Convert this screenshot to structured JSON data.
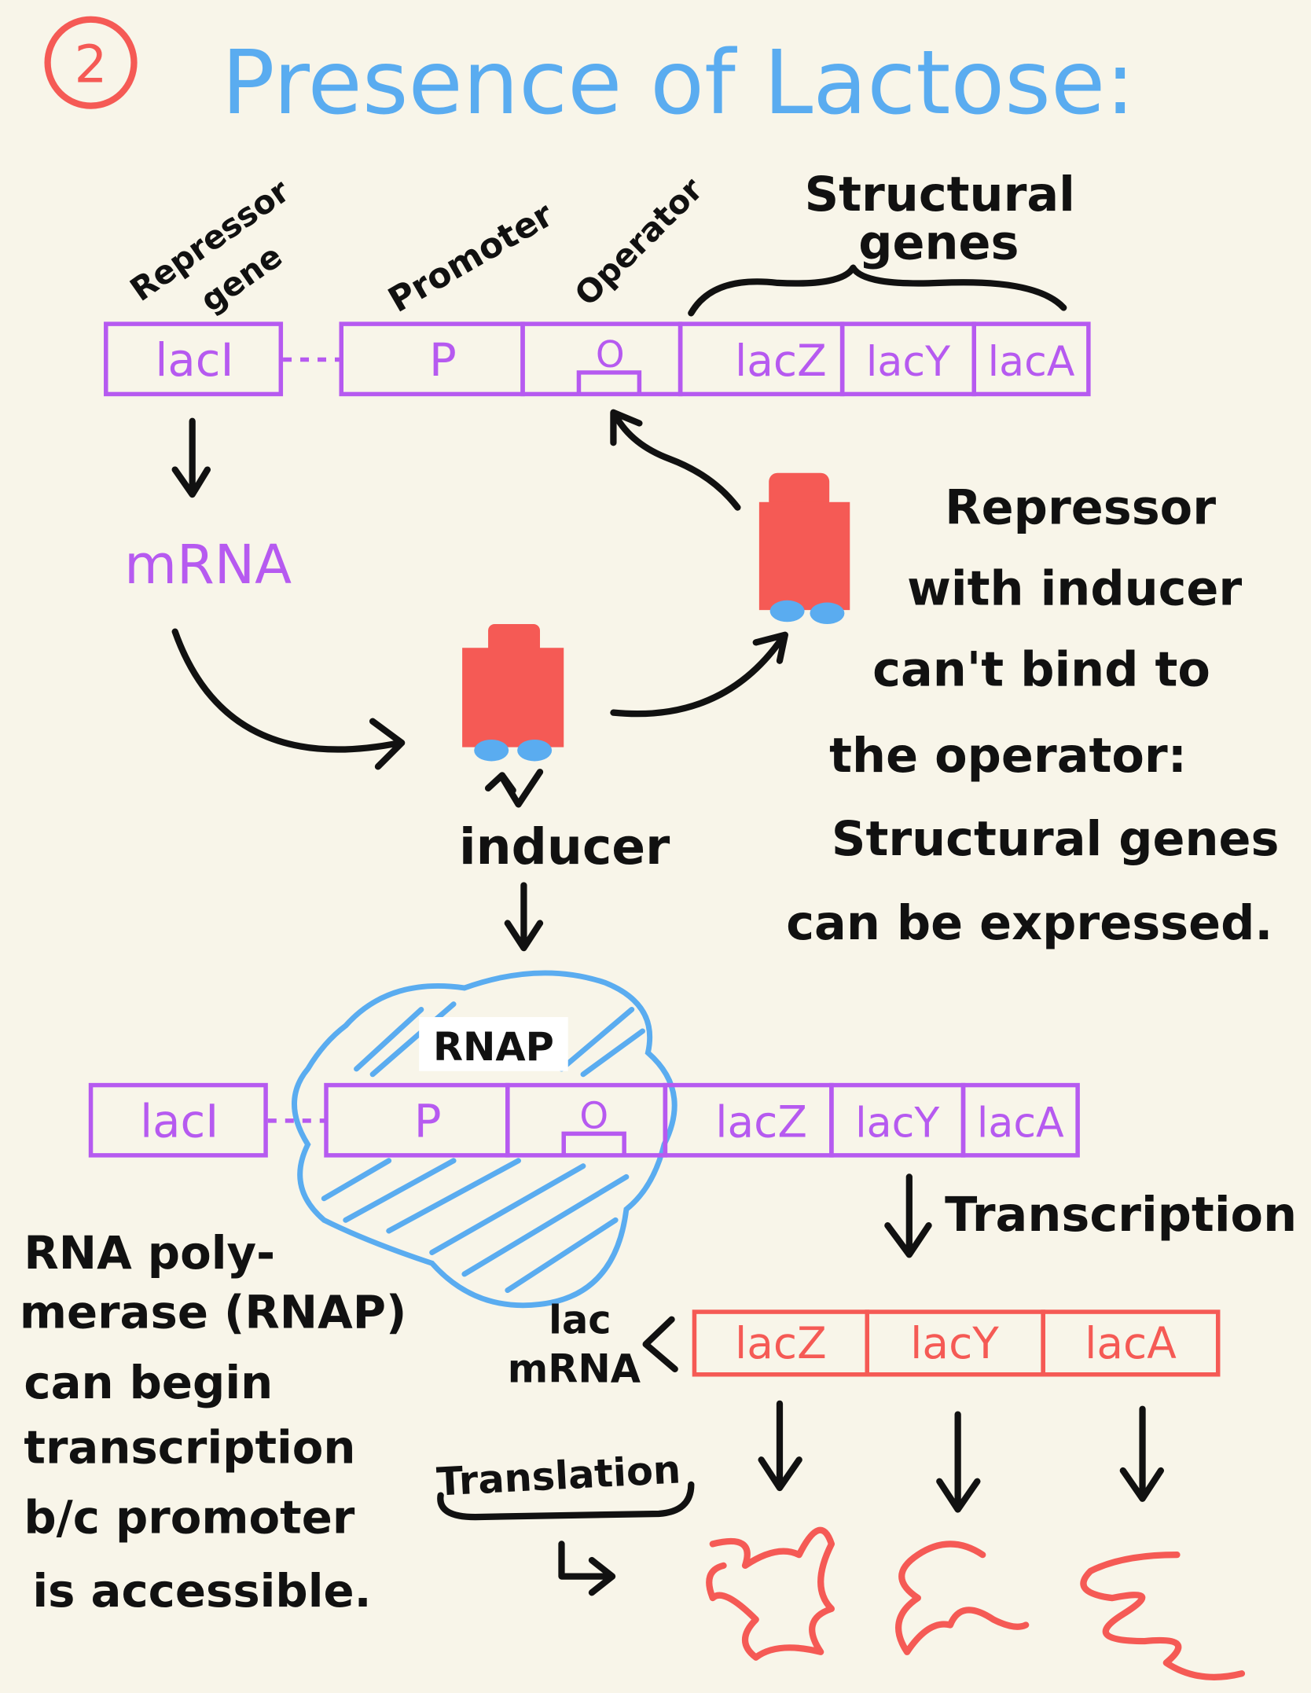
{
  "number": "2",
  "title": "Presence of Lactose:",
  "labels": {
    "repressor_gene_1": "Repressor",
    "repressor_gene_2": "gene",
    "promoter": "Promoter",
    "operator": "Operator",
    "structural_1": "Structural",
    "structural_2": "genes"
  },
  "genes": {
    "lacI": "lacI",
    "P": "P",
    "O": "O",
    "lacZ": "lacZ",
    "lacY": "lacY",
    "lacA": "lacA"
  },
  "mrna": "mRNA",
  "inducer": "inducer",
  "repressor_note": [
    "Repressor",
    "with inducer",
    "can't bind to",
    "the operator:",
    "Structural genes",
    "can be expressed."
  ],
  "rnap": "RNAP",
  "rnap_note": [
    "RNA poly-",
    "merase (RNAP)",
    "can begin",
    "transcription",
    "b/c promoter",
    "is accessible."
  ],
  "transcription": "Transcription",
  "lac_mrna_1": "lac",
  "lac_mrna_2": "mRNA",
  "translation": "Translation",
  "colors": {
    "background": "#f8f5e9",
    "title": "#5aacf0",
    "gene": "#b65af0",
    "repressor": "#f55a55",
    "inducer": "#5aacf0",
    "rnap": "#5aacf0",
    "mrna_product": "#f55a55"
  }
}
